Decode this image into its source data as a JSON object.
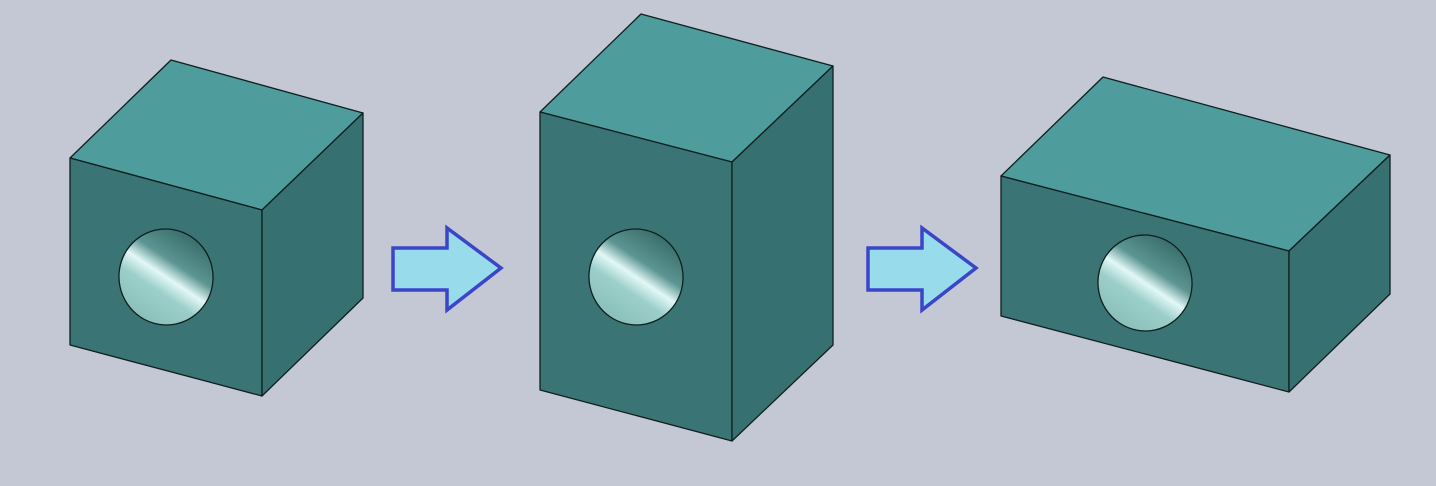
{
  "canvas": {
    "background": "#c4c8d4"
  },
  "colors": {
    "top_face": "#4e9c9c",
    "front_face": "#3a7474",
    "side_face": "#377070",
    "hole_highlight": "#d8f4f2",
    "hole_shadow": "#2e6161",
    "hole_mid": "#7ab0aa",
    "arrow_fill": "#98dcec",
    "arrow_stroke": "#3b45c8"
  },
  "blocks": [
    {
      "name": "cube",
      "shape": "cube with hole"
    },
    {
      "name": "tall-block",
      "shape": "tall block with hole"
    },
    {
      "name": "wide-block",
      "shape": "wide block with hole"
    }
  ],
  "arrows": [
    {
      "icon": "right-arrow-icon"
    },
    {
      "icon": "right-arrow-icon"
    }
  ]
}
